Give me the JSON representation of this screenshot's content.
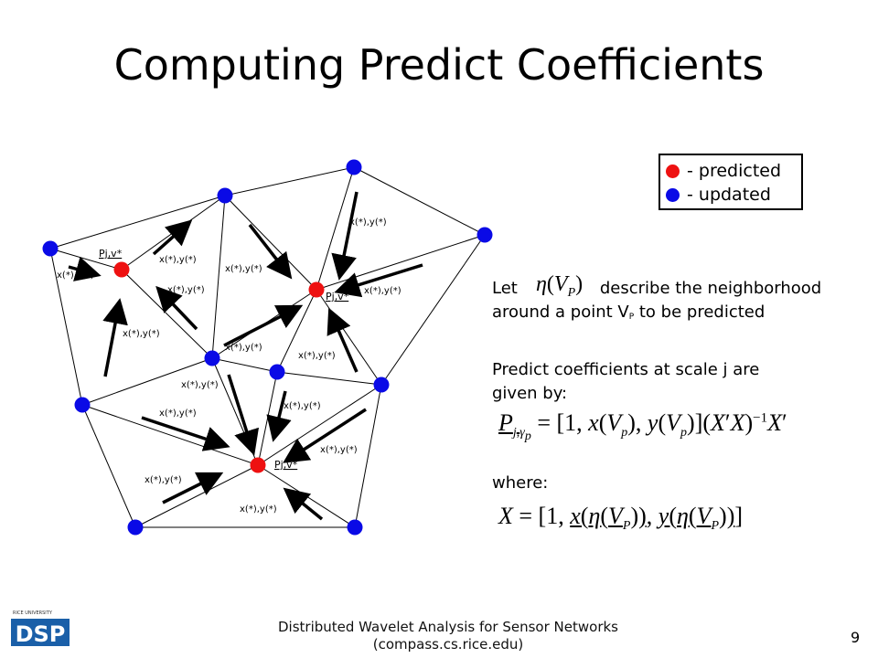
{
  "title": "Computing Predict Coefficients",
  "legend": {
    "predicted_label": "- predicted",
    "updated_label": "- updated",
    "predicted_color": "#ee1111",
    "updated_color": "#0a0ae6"
  },
  "diagram": {
    "coord_label": "x(*),y(*)",
    "vertex_label": "Pj,v*"
  },
  "text": {
    "let_before": "Let",
    "let_after": "describe the neighborhood",
    "around_prefix": "around a point V",
    "around_sub": "P",
    "around_suffix": " to be predicted",
    "predict_line1": "Predict coefficients at scale j are",
    "predict_line2": "given by:",
    "where": "where:"
  },
  "footer": {
    "line1": "Distributed Wavelet Analysis for Sensor Networks",
    "line2": "(compass.cs.rice.edu)",
    "page_number": "9"
  },
  "logo": {
    "caption": "RICE UNIVERSITY",
    "text": "DSP"
  }
}
